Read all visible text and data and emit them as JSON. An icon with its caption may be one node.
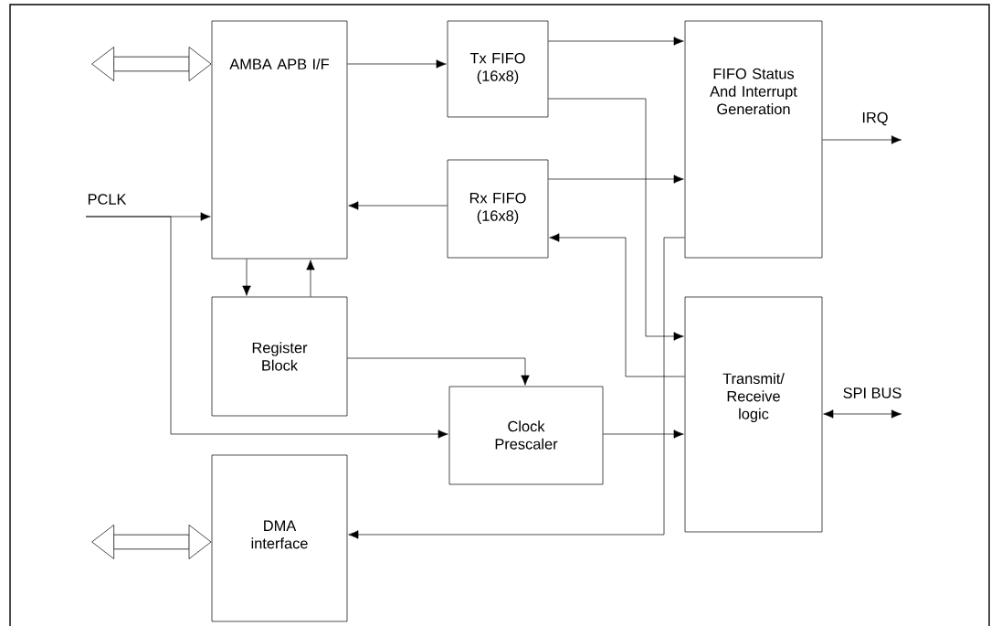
{
  "diagram": {
    "nodes": [
      {
        "text": [
          "AMBA APB I/F"
        ]
      },
      {
        "text": [
          "Tx FIFO (16x8)"
        ]
      },
      {
        "text": [
          "Rx FIFO (16x8)"
        ]
      },
      {
        "text": [
          "FIFO Status And Interrupt Generation"
        ]
      },
      {
        "text": [
          "Register Block"
        ]
      },
      {
        "text": [
          "Clock Prescaler"
        ]
      },
      {
        "text": [
          "Transmit/ Receive logic"
        ]
      },
      {
        "text": [
          "DMA interface"
        ]
      },
      {
        "text": [
          "PCLK"
        ]
      }
    ],
    "edges": [
      {
        "from": 0,
        "to": 1,
        "arrow": "to"
      },
      {
        "from": 1,
        "to": 3,
        "arrow": "to"
      },
      {
        "from": 1,
        "to": 6,
        "arrow": "to"
      },
      {
        "from": 2,
        "to": 3,
        "arrow": "to"
      },
      {
        "from": 2,
        "to": 0,
        "arrow": "to"
      },
      {
        "from": 6,
        "to": 2,
        "arrow": "to"
      },
      {
        "from": 3,
        "to": 7,
        "arrow": "to"
      },
      {
        "from": 0,
        "to": 4,
        "arrow": "to"
      },
      {
        "from": 4,
        "to": 0,
        "arrow": "to"
      },
      {
        "from": 4,
        "to": 5,
        "arrow": "to"
      },
      {
        "from": 8,
        "to": 0,
        "arrow": "to"
      },
      {
        "from": 8,
        "to": 5,
        "arrow": "to"
      },
      {
        "from": 5,
        "to": 6,
        "arrow": "to"
      },
      {
        "from": 3,
        "to": null,
        "arrow": "to",
        "label": "IRQ"
      },
      {
        "from": 6,
        "to": null,
        "arrow": "both",
        "label": "SPI BUS"
      },
      {
        "from": null,
        "to": 0,
        "arrow": "both",
        "style": "thick"
      },
      {
        "from": null,
        "to": 7,
        "arrow": "both",
        "style": "thick"
      }
    ]
  }
}
